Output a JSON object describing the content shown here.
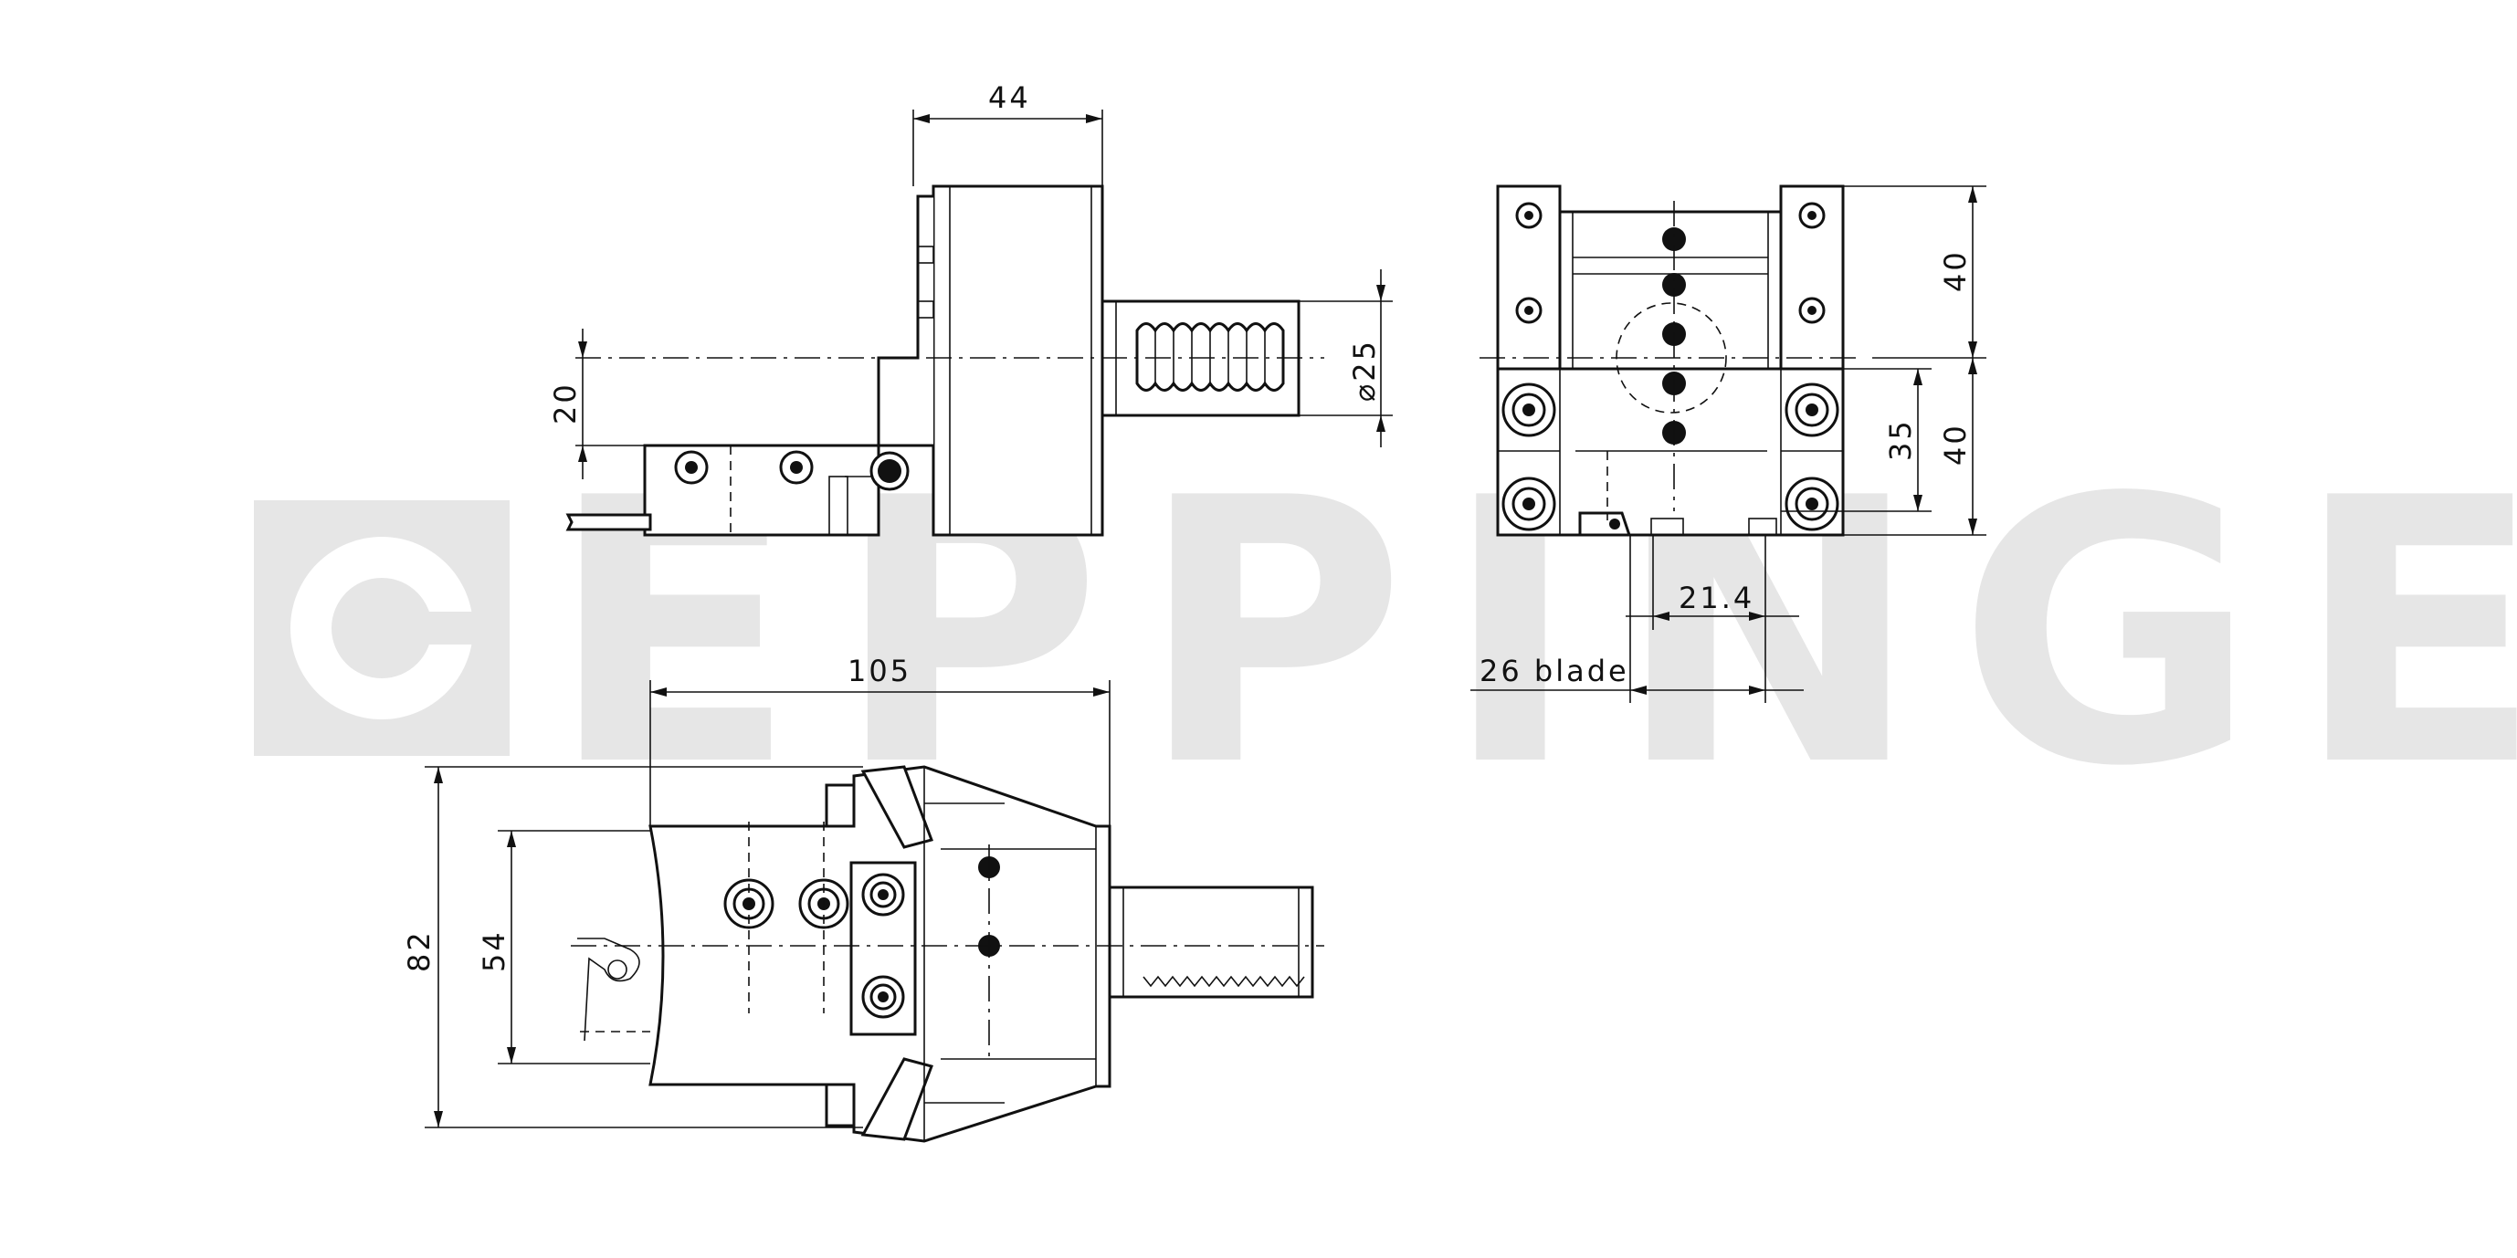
{
  "watermark": {
    "text": "EPPINGER",
    "color": "#e6e6e6"
  },
  "dimensions": {
    "top_width": "44",
    "shaft_dia": "⌀25",
    "center_height": "20",
    "end_upper": "40",
    "end_lower": "40",
    "end_inner": "35",
    "blade_offset": "21.4",
    "blade_width": "26 blade",
    "plan_length": "105",
    "plan_height": "82",
    "plan_inner": "54"
  },
  "colors": {
    "line": "#111111",
    "background": "#ffffff"
  }
}
